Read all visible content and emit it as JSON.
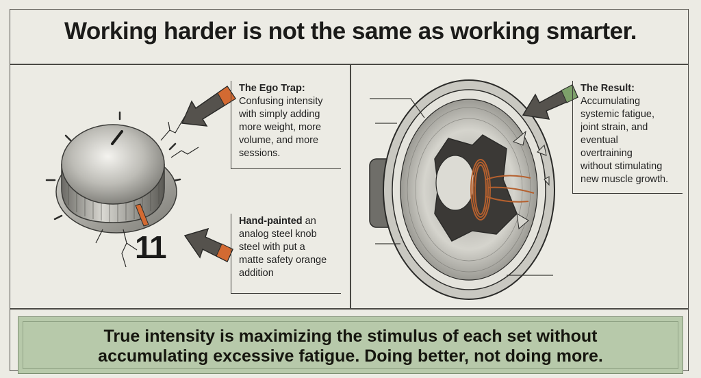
{
  "title": "Working harder is not the same as working smarter.",
  "left_panel": {
    "callout_top": {
      "heading": "The Ego Trap:",
      "lines": [
        "Confusing intensity",
        "with simply adding",
        "more weight, more",
        "volume, and more",
        "sessions."
      ]
    },
    "callout_bottom": {
      "line1_bold": "Hand-painted",
      "line1_rest": " an",
      "lines": [
        "analog steel knob",
        "steel with put a"
      ],
      "line4_bold": "matte safety orange",
      "line5": "addition"
    },
    "knob_number": "11"
  },
  "right_panel": {
    "callout": {
      "heading": "The Result:",
      "lines": [
        "Accumulating",
        "systemic fatigue,",
        "joint strain, and",
        "eventual",
        "overtraining",
        "without stimulating",
        "new muscle growth."
      ]
    }
  },
  "banner": {
    "line1": "True intensity is maximizing the stimulus of each set without",
    "line2": "accumulating excessive fatigue. Doing better, not doing more."
  },
  "colors": {
    "background": "#ecebe4",
    "accent_orange": "#d36a32",
    "accent_green": "#7da06a",
    "banner_green": "#b7c9aa"
  },
  "icons": [
    "knob-illustration",
    "speaker-illustration",
    "arrow-orange",
    "arrow-green"
  ]
}
